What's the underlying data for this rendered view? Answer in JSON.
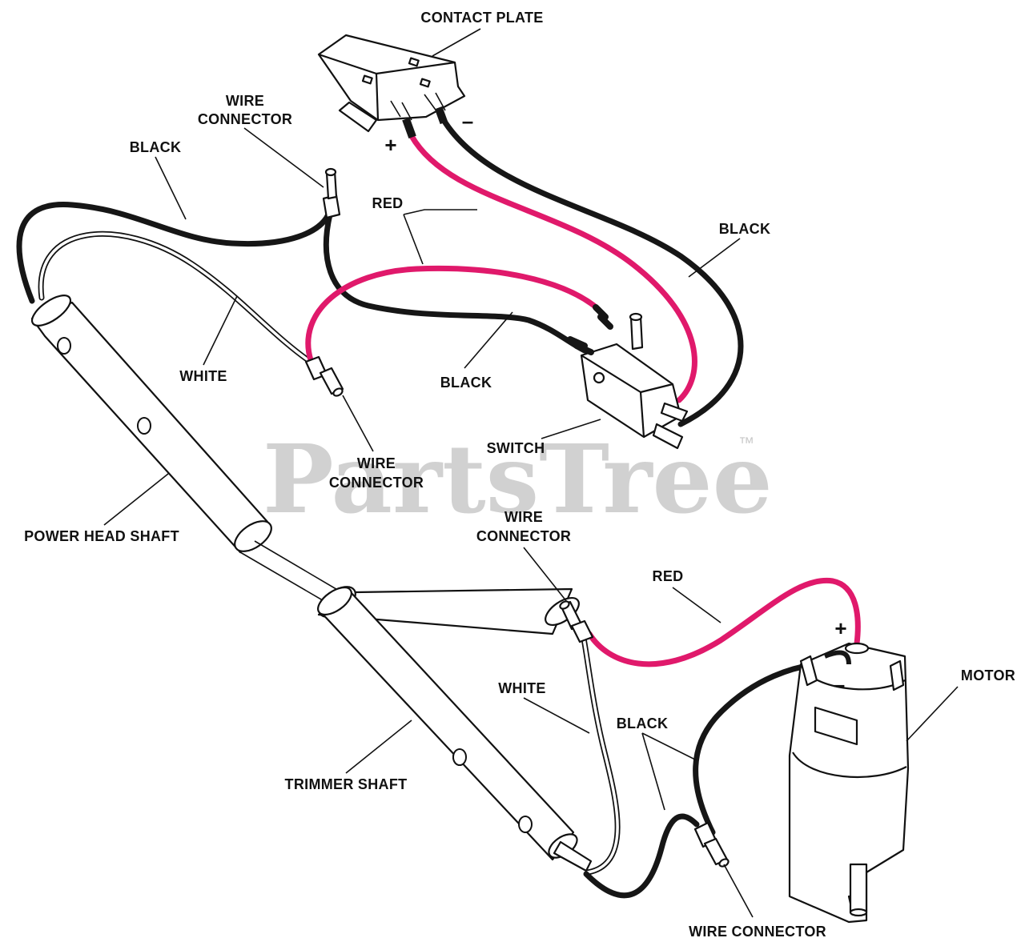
{
  "labels": {
    "contact_plate": "CONTACT PLATE",
    "wire_connector_top_1": "WIRE",
    "wire_connector_top_2": "CONNECTOR",
    "black_left": "BLACK",
    "red_top": "RED",
    "black_right": "BLACK",
    "white_left": "WHITE",
    "black_mid": "BLACK",
    "switch": "SWITCH",
    "wire_connector_mid_1": "WIRE",
    "wire_connector_mid_2": "CONNECTOR",
    "power_head_shaft": "POWER HEAD SHAFT",
    "wire_connector_right_1": "WIRE",
    "wire_connector_right_2": "CONNECTOR",
    "red_bottom": "RED",
    "motor": "MOTOR",
    "white_bottom": "WHITE",
    "black_bottom": "BLACK",
    "trimmer_shaft": "TRIMMER SHAFT",
    "wire_connector_bottom": "WIRE CONNECTOR"
  },
  "signs": {
    "plate_plus": "+",
    "plate_minus": "–",
    "motor_plus": "+",
    "motor_minus": "–"
  },
  "watermark": {
    "text": "PartsTree",
    "trademark": "™"
  },
  "colors": {
    "red_wire": "#e0196b",
    "black_wire": "#161616",
    "white_wire": "#ffffff",
    "outline": "#111111",
    "watermark": "#c9c9c9"
  }
}
